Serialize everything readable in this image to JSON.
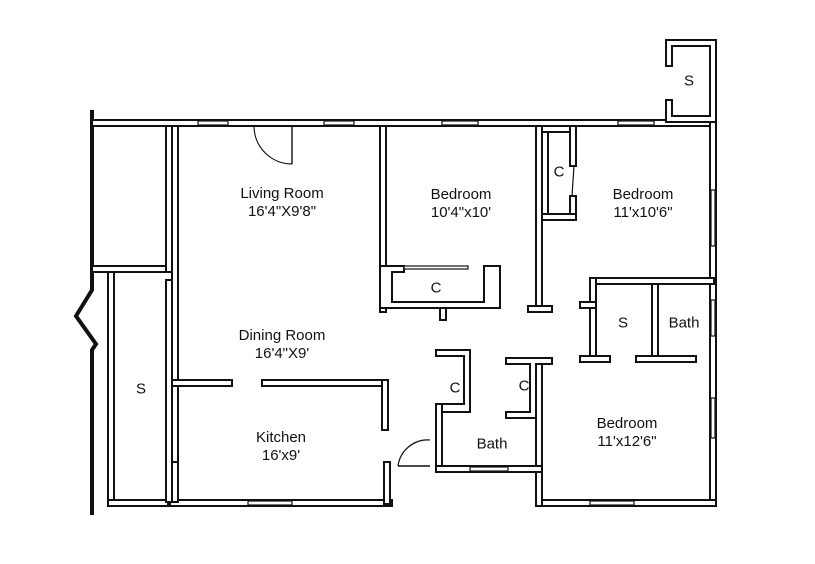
{
  "rooms": {
    "living_room": {
      "name": "Living Room",
      "dim": "16'4\"X9'8\""
    },
    "dining_room": {
      "name": "Dining Room",
      "dim": "16'4\"X9'"
    },
    "kitchen": {
      "name": "Kitchen",
      "dim": "16'x9'"
    },
    "bedroom_center": {
      "name": "Bedroom",
      "dim": "10'4\"x10'"
    },
    "bedroom_ne": {
      "name": "Bedroom",
      "dim": "11'x10'6\""
    },
    "bedroom_se": {
      "name": "Bedroom",
      "dim": "11'x12'6\""
    }
  },
  "tags": {
    "storage_top": "S",
    "storage_left": "S",
    "storage_right": "S",
    "closet_ne": "C",
    "closet_center": "C",
    "closet_hall_left": "C",
    "closet_hall_right": "C",
    "bath_right": "Bath",
    "bath_center": "Bath"
  },
  "colors": {
    "walls": "#111111",
    "background": "#ffffff"
  }
}
